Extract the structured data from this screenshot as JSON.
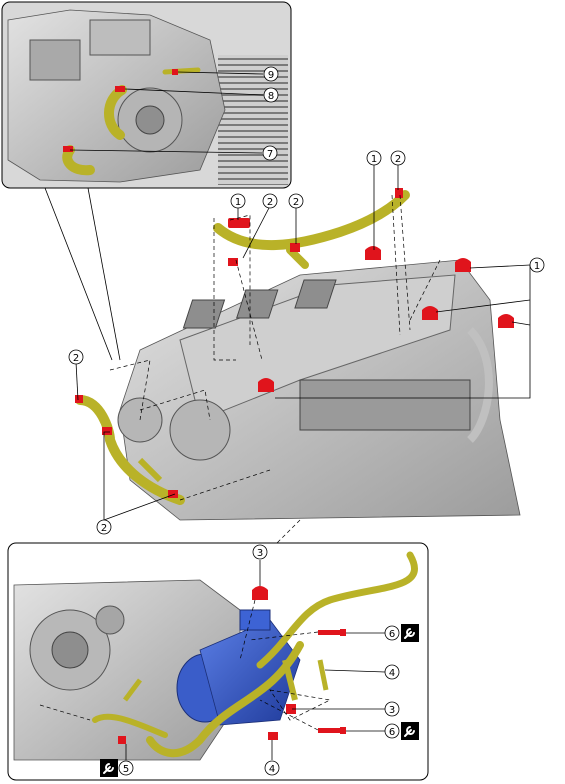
{
  "callouts": {
    "c9": "9",
    "c8": "8",
    "c7": "7",
    "c1a": "1",
    "c2a": "2",
    "c2b": "2",
    "c1b": "1",
    "c2c": "2",
    "c1c": "1",
    "c2d": "2",
    "c2e": "2",
    "c3a": "3",
    "c6a": "6",
    "c4a": "4",
    "c3b": "3",
    "c6b": "6",
    "c5": "5",
    "c4b": "4"
  },
  "icons": {
    "torque": "wrench-icon"
  },
  "colors": {
    "hose": "#b9b228",
    "hose_shade": "#6f6a10",
    "clamp": "#e0141c",
    "compressor": "#2f56c9",
    "engine": "#c9c9c9",
    "engine_dark": "#8a8a8a",
    "line": "#000000"
  }
}
